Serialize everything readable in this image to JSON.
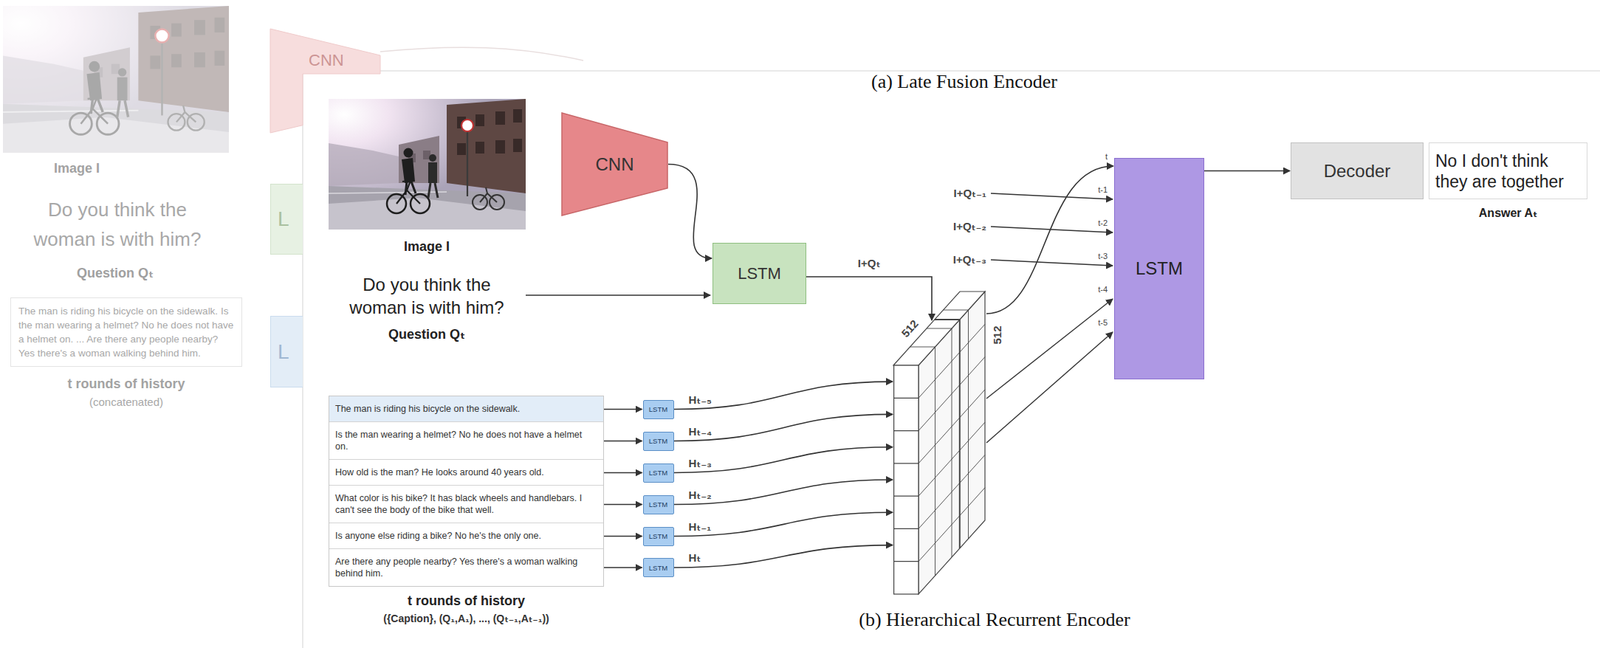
{
  "diagram": {
    "nodes": [
      {
        "text": [
          "The man is riding his bicycle on the sidewalk. Is the man wearing a helmet? No he does not have a helmet on. ... Are there any people nearby? Yes there's a woman walking behind him.",
          "t rounds of history",
          "(concatenated)"
        ]
      },
      {
        "text": [
          "CNN"
        ]
      },
      {
        "text": [
          "L"
        ]
      },
      {
        "text": [
          "L"
        ]
      },
      {
        "text": [
          "CNN"
        ]
      },
      {
        "text": [
          "LSTM"
        ]
      },
      {
        "text": [
          "t rounds of history",
          "({Caption}, (Q₁,A₁), ..., (Qₜ₋₁,Aₜ₋₁))"
        ]
      },
      {
        "text": [
          "The man is riding his bicycle on the sidewalk."
        ],
        "in": 6
      },
      {
        "text": [
          "Is the man wearing a helmet? No he does not have a helmet on."
        ],
        "in": 6
      },
      {
        "text": [
          "How old is the man? He looks around 40 years old."
        ],
        "in": 6
      },
      {
        "text": [
          "What color is his bike? It has black wheels and handlebars. I can't see the body of the bike that well."
        ],
        "in": 6
      },
      {
        "text": [
          "Is anyone else riding a bike? No he's the only one."
        ],
        "in": 6
      },
      {
        "text": [
          "Are there any people nearby? Yes there's a woman walking behind him."
        ],
        "in": 6
      },
      {
        "text": [
          "LSTM"
        ]
      },
      {
        "text": [
          "LSTM"
        ]
      },
      {
        "text": [
          "LSTM"
        ]
      },
      {
        "text": [
          "LSTM"
        ]
      },
      {
        "text": [
          "LSTM"
        ]
      },
      {
        "text": [
          "LSTM"
        ]
      },
      {
        "text": [
          "512",
          "512"
        ]
      },
      {
        "text": [
          "LSTM"
        ]
      },
      {
        "text": [
          "Decoder"
        ]
      },
      {
        "text": [
          "No I don't think they are together",
          "Answer Aₜ"
        ]
      }
    ],
    "edges": [
      {
        "from": 4,
        "to": 5,
        "arrow": "to"
      },
      {
        "from": 5,
        "to": 19,
        "label": "I+Qₜ",
        "arrow": "to"
      },
      {
        "from": 7,
        "to": 13,
        "arrow": "to"
      },
      {
        "from": 8,
        "to": 14,
        "arrow": "to"
      },
      {
        "from": 9,
        "to": 15,
        "arrow": "to"
      },
      {
        "from": 10,
        "to": 16,
        "arrow": "to"
      },
      {
        "from": 11,
        "to": 17,
        "arrow": "to"
      },
      {
        "from": 12,
        "to": 18,
        "arrow": "to"
      },
      {
        "from": 13,
        "to": 19,
        "label": "Hₜ₋₅",
        "arrow": "to"
      },
      {
        "from": 14,
        "to": 19,
        "label": "Hₜ₋₄",
        "arrow": "to"
      },
      {
        "from": 15,
        "to": 19,
        "label": "Hₜ₋₃",
        "arrow": "to"
      },
      {
        "from": 16,
        "to": 19,
        "label": "Hₜ₋₂",
        "arrow": "to"
      },
      {
        "from": 17,
        "to": 19,
        "label": "Hₜ₋₁",
        "arrow": "to"
      },
      {
        "from": 18,
        "to": 19,
        "label": "Hₜ",
        "arrow": "to"
      },
      {
        "from": 19,
        "to": 20,
        "arrow": "to"
      },
      {
        "from": 20,
        "to": 21,
        "arrow": "to"
      }
    ],
    "labels": [
      "(a) Late Fusion Encoder",
      "Image I",
      "Do you think the woman is with him?",
      "Question Qₜ",
      "Image I",
      "Do you think the woman is with him?",
      "Question Qₜ",
      "I+Qₜ₋₁",
      "I+Qₜ₋₂",
      "I+Qₜ₋₃",
      "t",
      "t-1",
      "t-2",
      "t-3",
      "t-4",
      "t-5",
      "(b) Hierarchical Recurrent Encoder"
    ]
  }
}
